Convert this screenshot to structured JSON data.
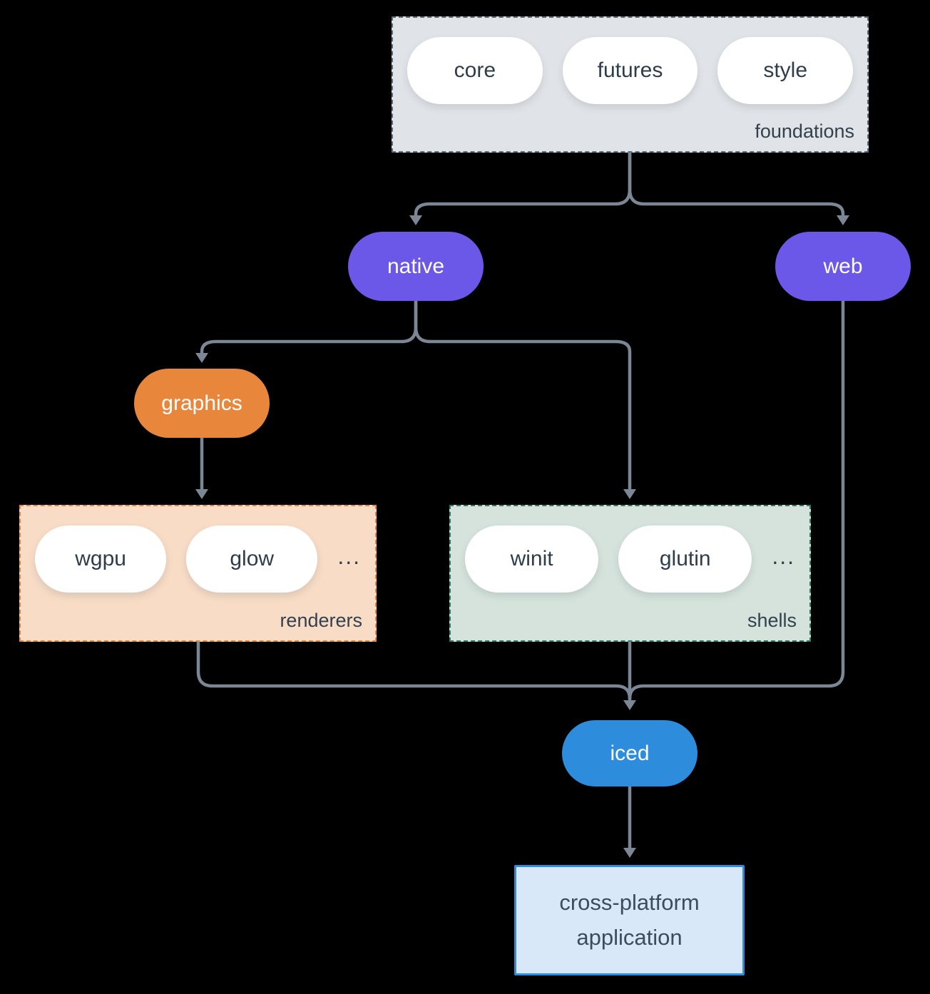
{
  "groups": {
    "foundations": {
      "label": "foundations",
      "items": [
        "core",
        "futures",
        "style"
      ]
    },
    "renderers": {
      "label": "renderers",
      "items": [
        "wgpu",
        "glow"
      ],
      "ellipsis": "..."
    },
    "shells": {
      "label": "shells",
      "items": [
        "winit",
        "glutin"
      ],
      "ellipsis": "..."
    }
  },
  "nodes": {
    "native": {
      "label": "native"
    },
    "web": {
      "label": "web"
    },
    "graphics": {
      "label": "graphics"
    },
    "iced": {
      "label": "iced"
    },
    "application": {
      "line1": "cross-platform",
      "line2": "application"
    }
  },
  "colors": {
    "background": "#000000",
    "connector": "#7b8795",
    "purple_node": "#6b57e8",
    "orange_node": "#e8873c",
    "blue_node": "#2d8cdb",
    "foundations_fill": "#e0e4e8",
    "foundations_border": "#5d6b7b",
    "renderers_fill": "#f8dcc6",
    "renderers_border": "#e8873c",
    "shells_fill": "#d5e3dc",
    "shells_border": "#2f7d68",
    "app_fill": "#d9e8f8",
    "app_border": "#2d8cdb",
    "pill_text": "#2e3d4b",
    "label_text": "#33414e"
  }
}
